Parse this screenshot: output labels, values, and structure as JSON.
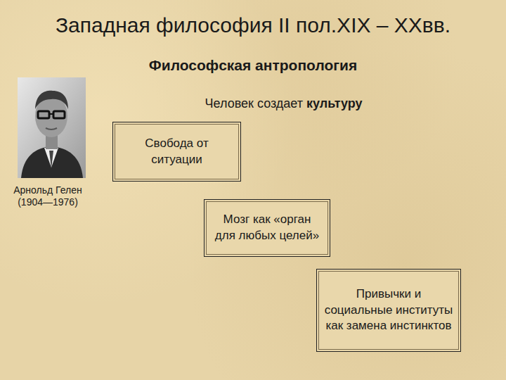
{
  "diagram": {
    "title": "Западная философия II пол.XIX – XXвв.",
    "nodes": [
      {
        "text": [
          "Свобода от ситуации"
        ]
      },
      {
        "text": [
          "Мозг как «орган для любых целей»"
        ]
      },
      {
        "text": [
          "Привычки и социальные институты как замена инстинктов"
        ]
      }
    ],
    "edges": [],
    "labels": [
      "Философская антропология",
      "Арнольд Гелен (1904—1976)",
      "Человек создает",
      "культуру"
    ]
  }
}
